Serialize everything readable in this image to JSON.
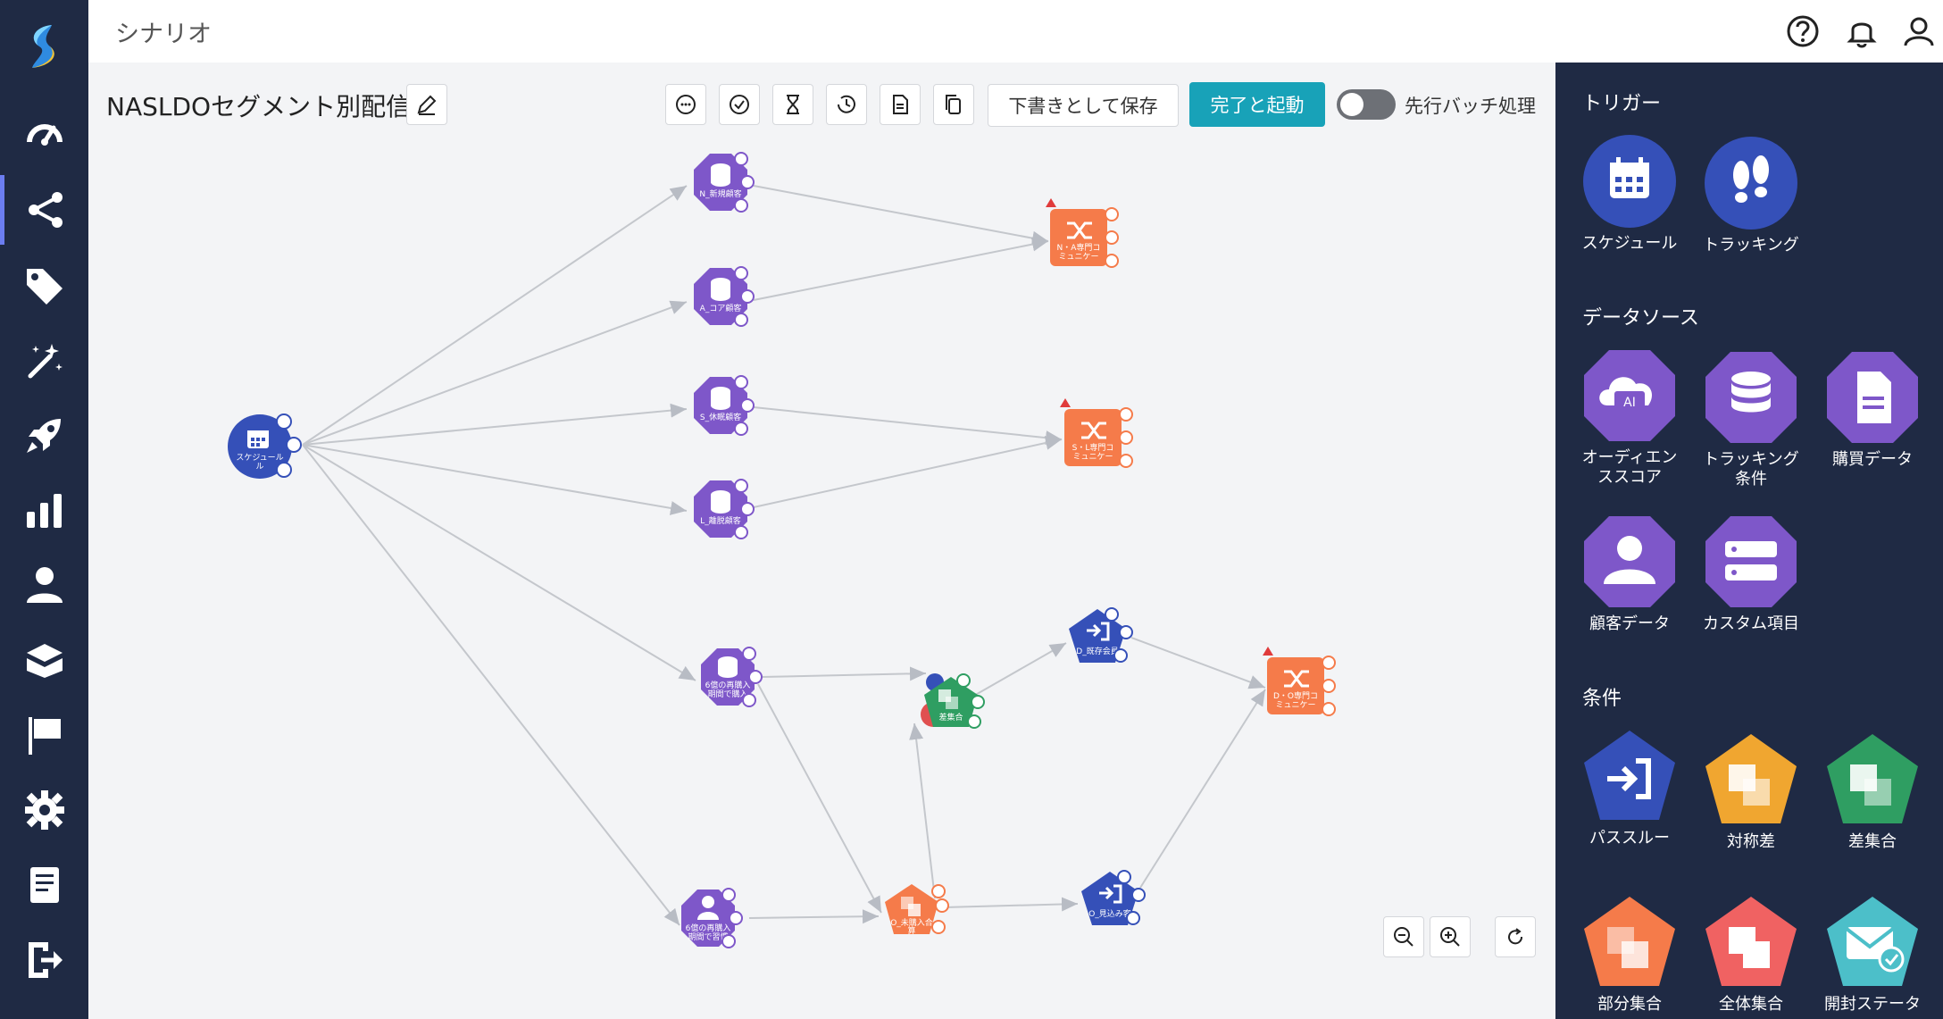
{
  "app": {
    "title": "シナリオ"
  },
  "nav": {
    "items": [
      {
        "icon": "dashboard-icon"
      },
      {
        "icon": "scenario-icon",
        "active": true
      },
      {
        "icon": "tag-icon"
      },
      {
        "icon": "magic-wand-icon"
      },
      {
        "icon": "rocket-icon"
      },
      {
        "icon": "bar-chart-icon"
      },
      {
        "icon": "user-icon"
      },
      {
        "icon": "box-icon"
      },
      {
        "icon": "flag-icon"
      },
      {
        "icon": "gear-icon"
      },
      {
        "icon": "notebook-icon"
      },
      {
        "icon": "logout-icon"
      }
    ]
  },
  "header": {
    "icons": [
      "help-icon",
      "bell-icon",
      "user-account-icon"
    ]
  },
  "scenario": {
    "title": "NASLDOセグメント別配信",
    "toolbar_icons": [
      "comment-icon",
      "check-circle-icon",
      "hourglass-icon",
      "history-icon",
      "document-icon",
      "copy-icon"
    ],
    "save_draft_label": "下書きとして保存",
    "complete_start_label": "完了と起動",
    "batch_label": "先行バッチ処理",
    "batch_enabled": false
  },
  "graph": {
    "nodes": [
      {
        "id": "schedule",
        "label": "スケジュール",
        "label2": "ル",
        "type": "trigger"
      },
      {
        "id": "n_new",
        "label": "N_新規顧客",
        "type": "datasource"
      },
      {
        "id": "a_core",
        "label": "A_コア顧客",
        "type": "datasource"
      },
      {
        "id": "s_out",
        "label": "S_休眠顧客",
        "type": "datasource"
      },
      {
        "id": "l_leave",
        "label": "L_離脱顧客",
        "type": "datasource"
      },
      {
        "id": "na_comm",
        "label": "N・A専門コ",
        "label2": "ミュニケー",
        "type": "action"
      },
      {
        "id": "sl_comm",
        "label": "S・L専門コ",
        "label2": "ミュニケー",
        "type": "action"
      },
      {
        "id": "six_re",
        "label": "6億の再購入",
        "label2": "期間で購入",
        "type": "datasource"
      },
      {
        "id": "six_re2",
        "label": "6億の再購入",
        "label2": "期間で習慣",
        "type": "customer"
      },
      {
        "id": "diff",
        "label": "差集合",
        "type": "condition"
      },
      {
        "id": "o_unbought",
        "label": "O_未購入合",
        "label2": "算",
        "type": "condition"
      },
      {
        "id": "d_existing",
        "label": "D_既存会員",
        "type": "passthrough"
      },
      {
        "id": "o_inflow",
        "label": "O_見込み客",
        "type": "passthrough"
      },
      {
        "id": "do_comm",
        "label": "D・O専門コ",
        "label2": "ミュニケー",
        "type": "action"
      }
    ]
  },
  "palette": {
    "sections": {
      "trigger": "トリガー",
      "datasource": "データソース",
      "condition": "条件"
    },
    "trigger_items": [
      {
        "label": "スケジュール",
        "icon": "calendar-icon",
        "color": "#3550b8"
      },
      {
        "label": "トラッキング",
        "icon": "footprints-icon",
        "color": "#3550b8"
      }
    ],
    "datasource_items": [
      {
        "label": "オーディエン",
        "label2": "ススコア",
        "icon": "ai-cloud-icon",
        "color": "#7e57c9"
      },
      {
        "label": "トラッキング",
        "label2": "条件",
        "icon": "database-icon",
        "color": "#7e57c9"
      },
      {
        "label": "購買データ",
        "icon": "document-icon",
        "color": "#7e57c9"
      },
      {
        "label": "顧客データ",
        "icon": "person-icon",
        "color": "#7e57c9"
      },
      {
        "label": "カスタム項目",
        "icon": "server-icon",
        "color": "#7e57c9"
      }
    ],
    "condition_items": [
      {
        "label": "パススルー",
        "icon": "login-icon",
        "color": "#3550b8"
      },
      {
        "label": "対称差",
        "icon": "squares-icon",
        "color": "#f0a630"
      },
      {
        "label": "差集合",
        "icon": "squares-icon",
        "color": "#2f9e62"
      },
      {
        "label": "部分集合",
        "icon": "squares-icon",
        "color": "#f57b4a"
      },
      {
        "label": "全体集合",
        "icon": "squares-icon",
        "color": "#f06262"
      },
      {
        "label": "開封ステータ",
        "icon": "mail-check-icon",
        "color": "#4cbfc9"
      }
    ]
  }
}
